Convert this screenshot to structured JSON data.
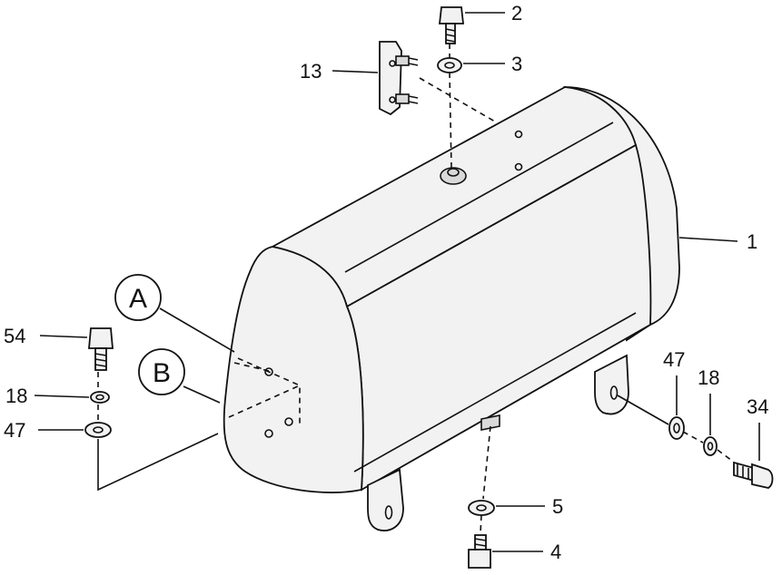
{
  "callouts": {
    "c1": "1",
    "c2": "2",
    "c3": "3",
    "c4": "4",
    "c5": "5",
    "c13": "13",
    "c18a": "18",
    "c18b": "18",
    "c34": "34",
    "c47a": "47",
    "c47b": "47",
    "c54": "54"
  },
  "detail_markers": {
    "a": "A",
    "b": "B"
  }
}
